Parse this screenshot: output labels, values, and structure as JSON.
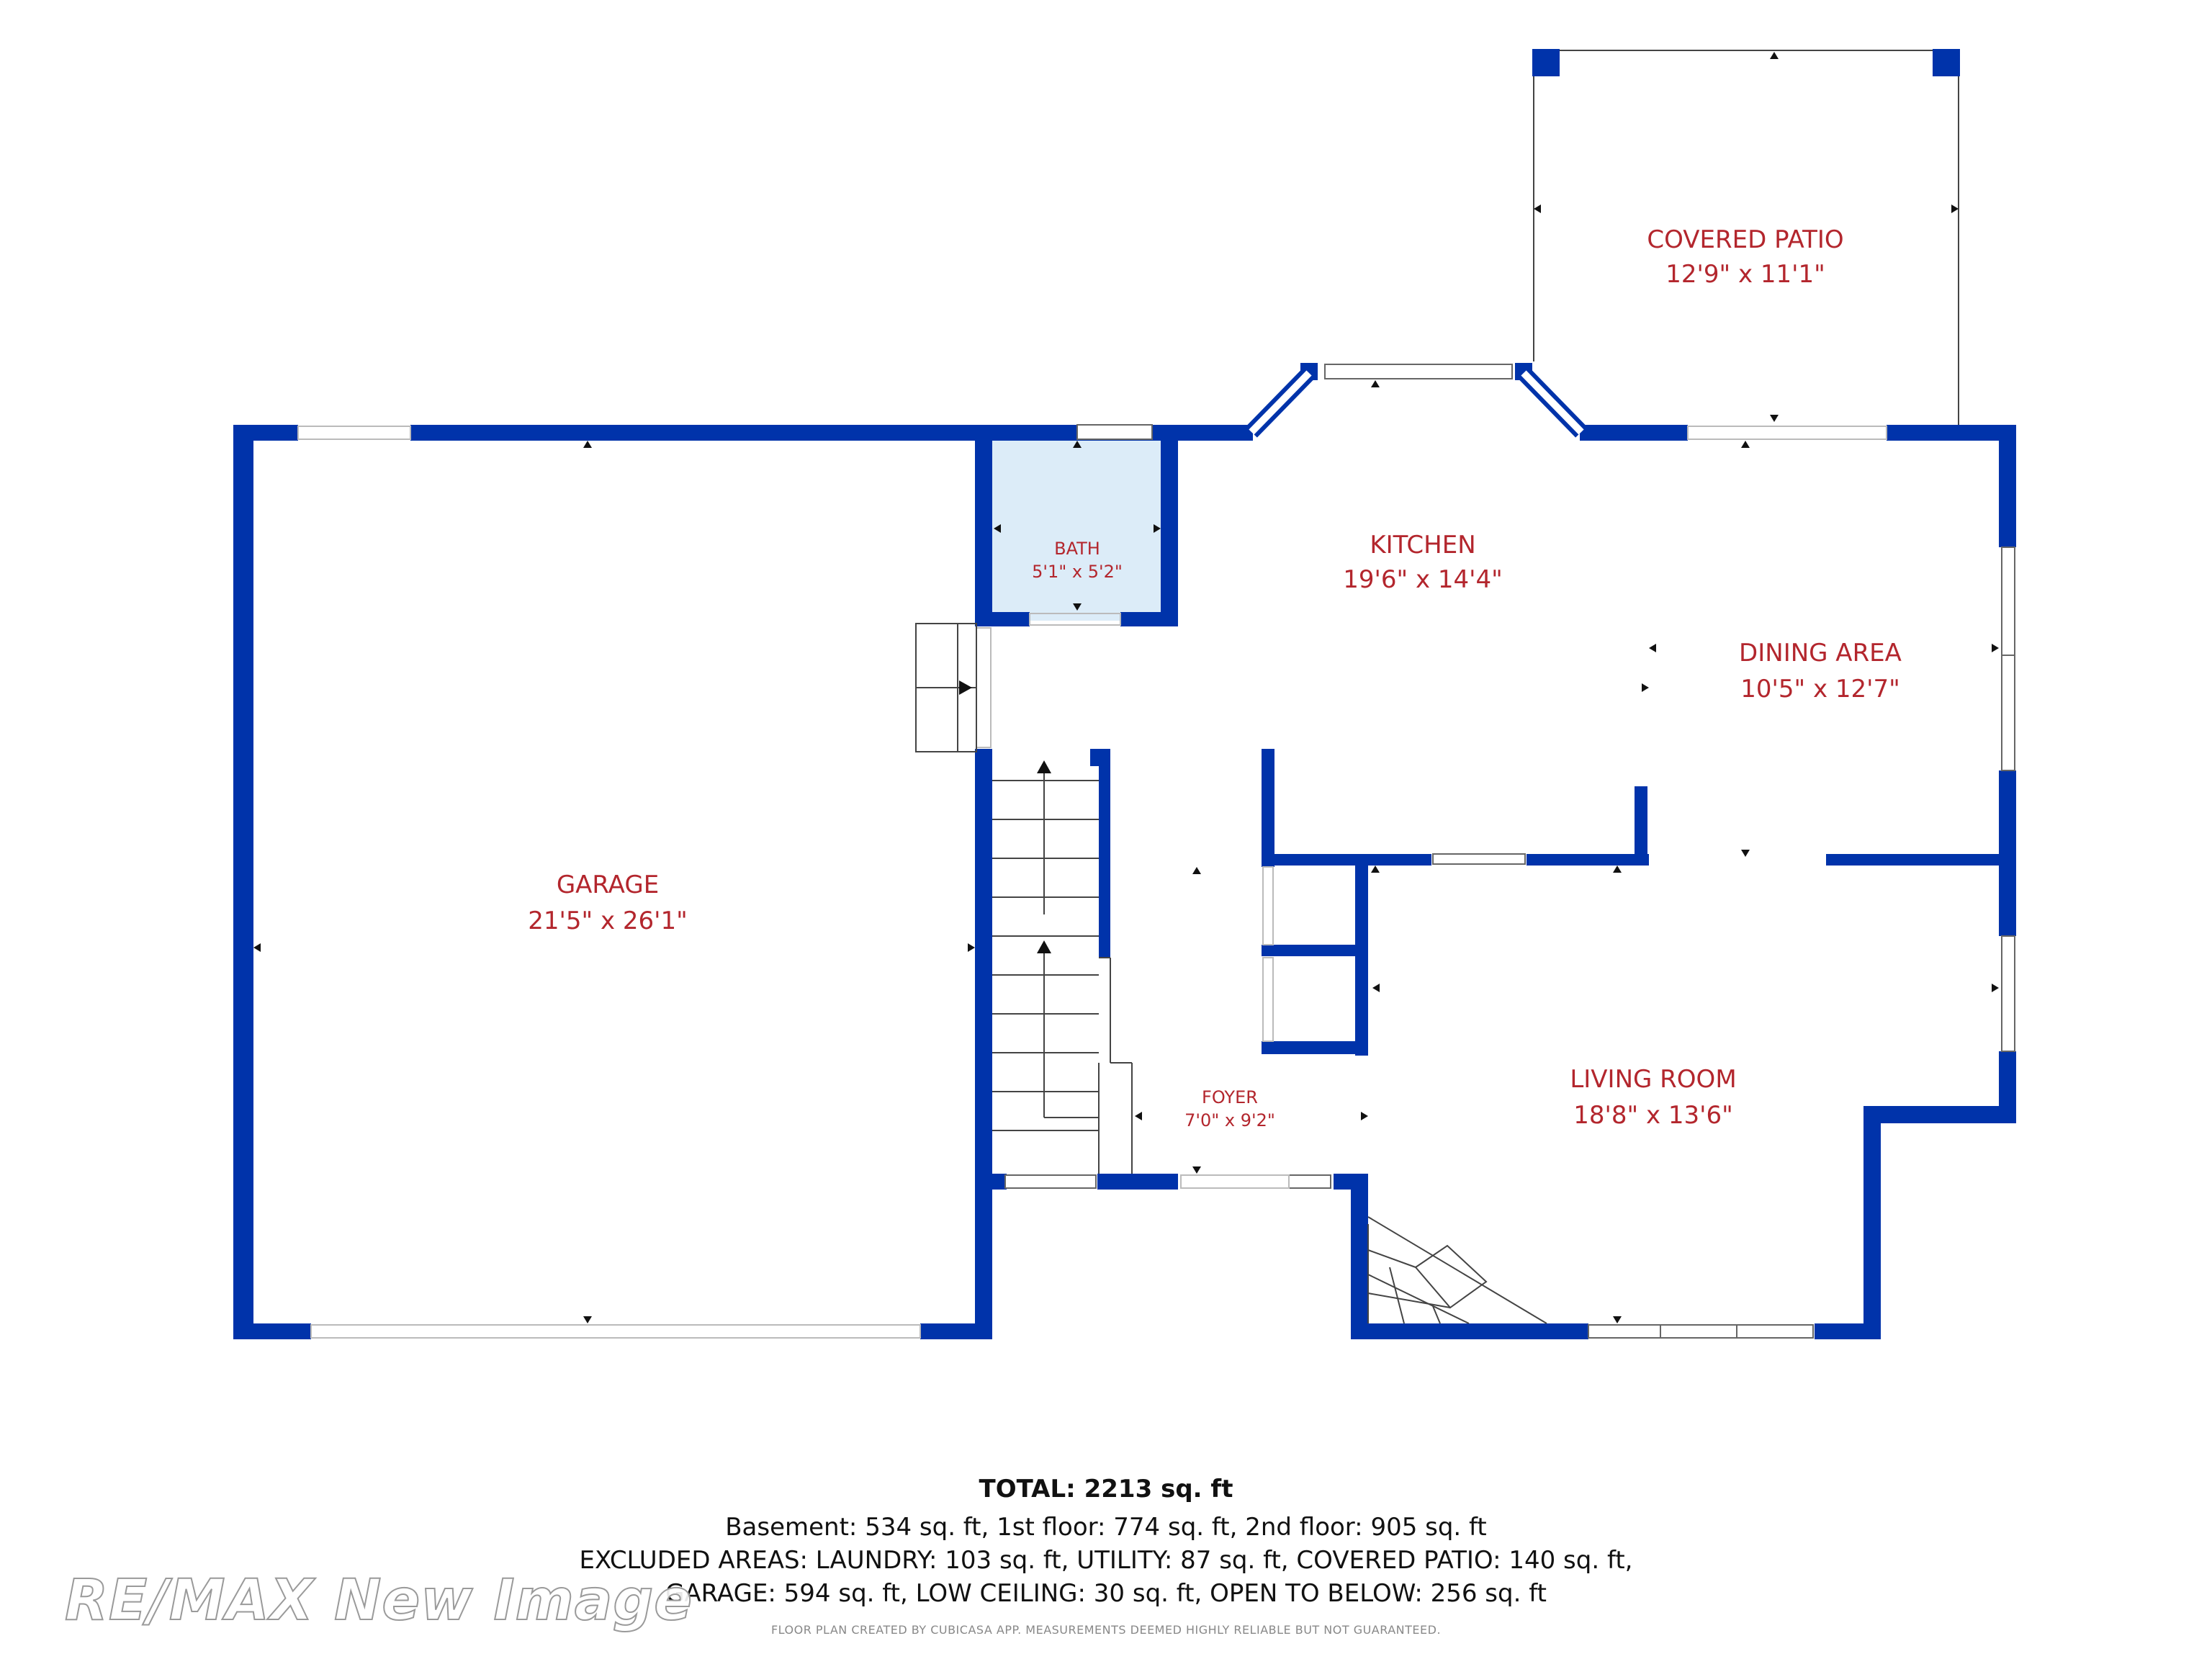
{
  "rooms": {
    "covered_patio": {
      "name": "COVERED PATIO",
      "dim": "12'9\" x 11'1\""
    },
    "kitchen": {
      "name": "KITCHEN",
      "dim": "19'6\" x 14'4\""
    },
    "bath": {
      "name": "BATH",
      "dim": "5'1\" x 5'2\""
    },
    "dining_area": {
      "name": "DINING AREA",
      "dim": "10'5\" x 12'7\""
    },
    "garage": {
      "name": "GARAGE",
      "dim": "21'5\" x 26'1\""
    },
    "foyer": {
      "name": "FOYER",
      "dim": "7'0\" x 9'2\""
    },
    "living_room": {
      "name": "LIVING ROOM",
      "dim": "18'8\" x 13'6\""
    }
  },
  "summary": {
    "total_label": "TOTAL:",
    "total_value": "2213 sq. ft",
    "line1": "Basement: 534 sq. ft, 1st floor: 774 sq. ft, 2nd floor: 905 sq. ft",
    "line2": "EXCLUDED AREAS: LAUNDRY: 103 sq. ft, UTILITY: 87 sq. ft, COVERED PATIO: 140 sq. ft,",
    "line3": "GARAGE: 594 sq. ft, LOW CEILING: 30 sq. ft, OPEN TO BELOW: 256 sq. ft"
  },
  "disclaimer": "FLOOR PLAN CREATED BY CUBICASA APP. MEASUREMENTS DEEMED HIGHLY RELIABLE BUT NOT GUARANTEED.",
  "watermark": "RE/MAX New Image",
  "colors": {
    "wall": "#0033aa",
    "label": "#b3262d",
    "bath_fill": "#dcecf8"
  }
}
